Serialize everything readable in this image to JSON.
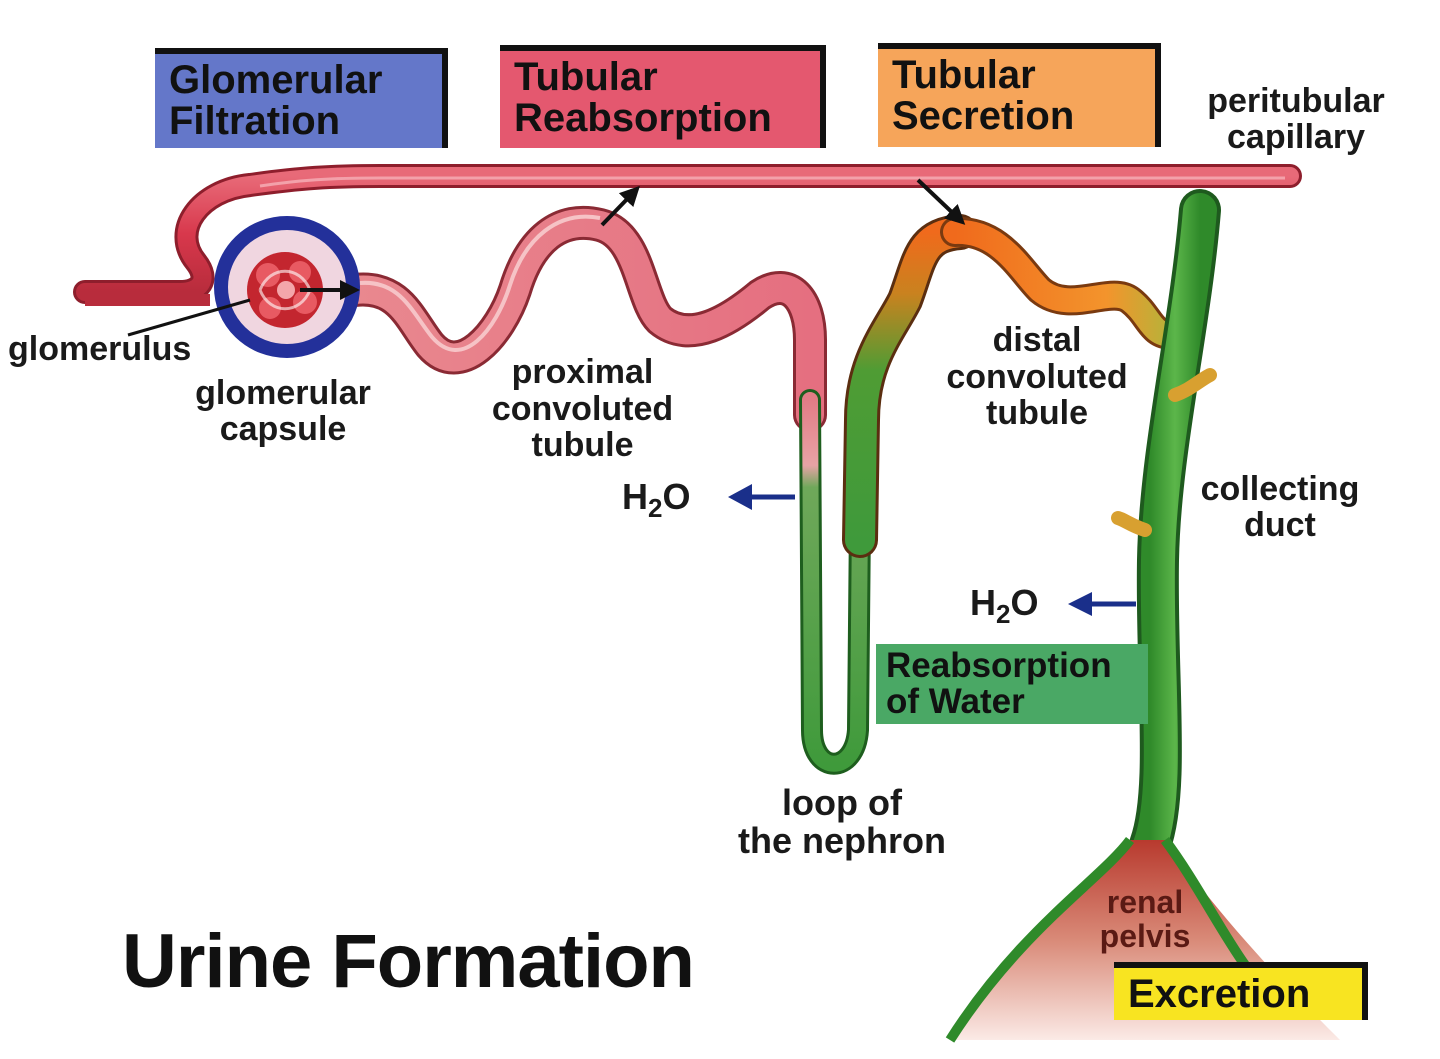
{
  "title": "Urine Formation",
  "process_boxes": {
    "glomerular_filtration": [
      "Glomerular",
      "Filtration"
    ],
    "tubular_reabsorption": [
      "Tubular",
      "Reabsorption"
    ],
    "tubular_secretion": [
      "Tubular",
      "Secretion"
    ],
    "reabsorption_of_water": [
      "Reabsorption",
      "of Water"
    ],
    "excretion": [
      "Excretion"
    ]
  },
  "labels": {
    "peritubular_capillary": [
      "peritubular",
      "capillary"
    ],
    "glomerulus": [
      "glomerulus"
    ],
    "glomerular_capsule": [
      "glomerular",
      "capsule"
    ],
    "proximal_convoluted_tubule": [
      "proximal",
      "convoluted",
      "tubule"
    ],
    "distal_convoluted_tubule": [
      "distal",
      "convoluted",
      "tubule"
    ],
    "collecting_duct": [
      "collecting",
      "duct"
    ],
    "loop_of_the_nephron": [
      "loop of",
      "the nephron"
    ],
    "renal_pelvis": [
      "renal",
      "pelvis"
    ],
    "water_1": {
      "base": "H",
      "sub": "2",
      "rest": "O"
    },
    "water_2": {
      "base": "H",
      "sub": "2",
      "rest": "O"
    }
  },
  "colors": {
    "filtration_blue": "#5a6fc8",
    "reabsorption_red": "#e0506a",
    "secretion_orange": "#f49a4a",
    "water_green": "#3fa060",
    "excretion_yellow": "#f7e324",
    "capillary_red": "#d8384c",
    "proximal_pink": "#e6707e",
    "loop_green": "#4fa044",
    "distal_orange": "#f0792a",
    "capsule_blue": "#23309a",
    "pelvis_red": "#c0453a"
  }
}
